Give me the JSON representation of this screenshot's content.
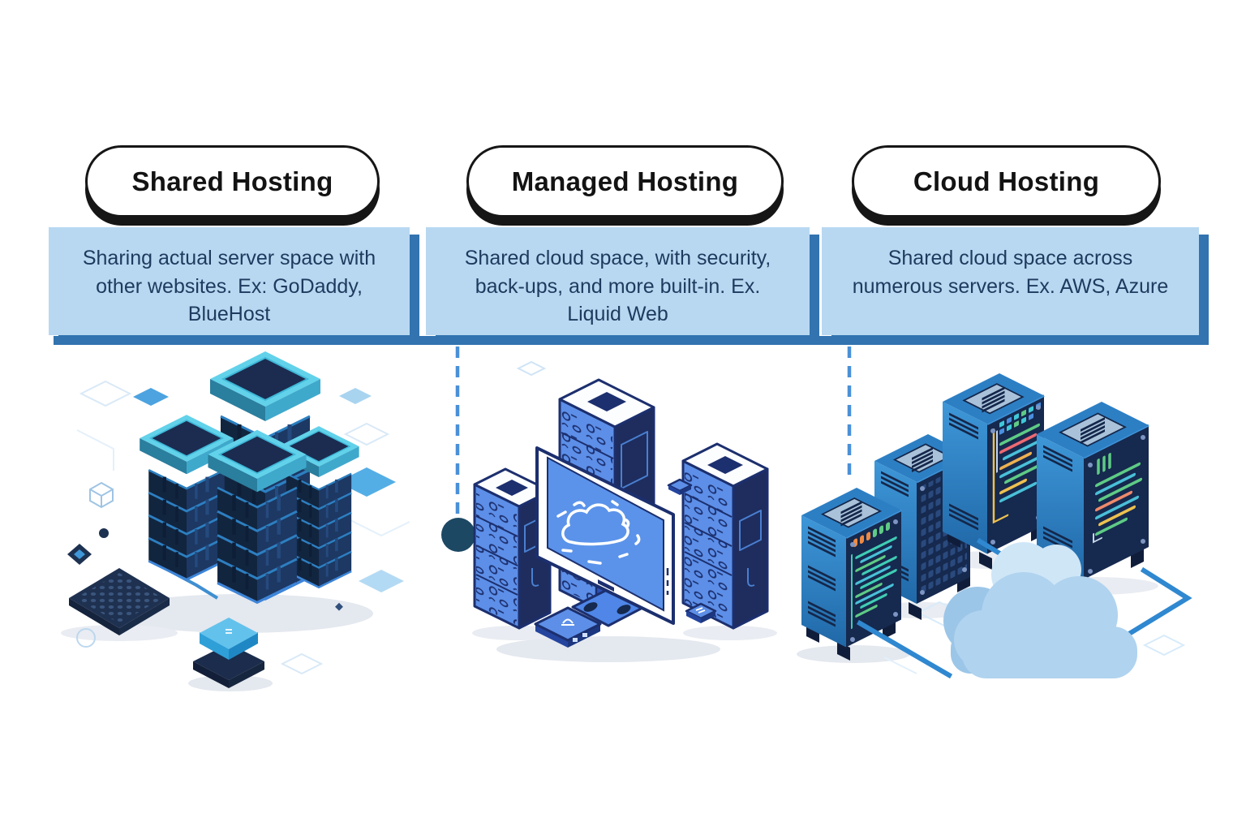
{
  "panels": [
    {
      "id": "shared-hosting",
      "title": "Shared Hosting",
      "description": "Sharing actual server space with other websites. Ex: GoDaddy, BlueHost",
      "description_lines": [
        "Sharing actual server space with",
        "other websites. Ex: GoDaddy,",
        "BlueHost"
      ],
      "illustration": "stacked-server-towers"
    },
    {
      "id": "managed-hosting",
      "title": "Managed Hosting",
      "description": "Shared cloud space, with security, back-ups, and more built-in. Ex. Liquid Web",
      "description_lines": [
        "Shared cloud space, with security,",
        "back-ups, and more built-in. Ex.",
        "Liquid Web"
      ],
      "illustration": "monitor-with-cloud-and-server-towers"
    },
    {
      "id": "cloud-hosting",
      "title": "Cloud Hosting",
      "description": "Shared cloud space across numerous servers. Ex. AWS, Azure",
      "description_lines": [
        "Shared cloud space across",
        "numerous servers. Ex. AWS, Azure"
      ],
      "illustration": "server-racks-with-cloud"
    }
  ],
  "colors": {
    "background": "#ffffff",
    "box_fill": "#b8d8f1",
    "box_text": "#1e3a5e",
    "box_shadow": "#3273b0",
    "pill_fill": "#ffffff",
    "pill_border": "#161616",
    "dashed_connector": "#4a90d8",
    "connector_node": "#1c4864",
    "server_navy": "#16294e",
    "server_cyan_rim": "#62d2ea",
    "illustration_blue": "#5d8fe8",
    "rack_side_blue": "#2e84ca",
    "cloud_blue": "#b0d3ef",
    "code_green": "#5ecb85",
    "code_teal": "#3fc9d8",
    "code_orange": "#ef8a43",
    "code_yellow": "#eec04f"
  }
}
